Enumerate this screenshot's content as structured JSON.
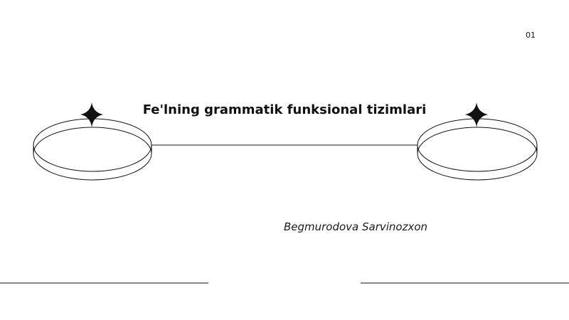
{
  "slide": {
    "page_number": "01",
    "title": "Fe'lning grammatik funksional tizimlari",
    "author": "Begmurodova Sarvinozxon"
  },
  "colors": {
    "background": "#ffffff",
    "ink": "#111111"
  },
  "icons": {
    "left_star": "four-point-star-icon",
    "right_star": "four-point-star-icon"
  }
}
